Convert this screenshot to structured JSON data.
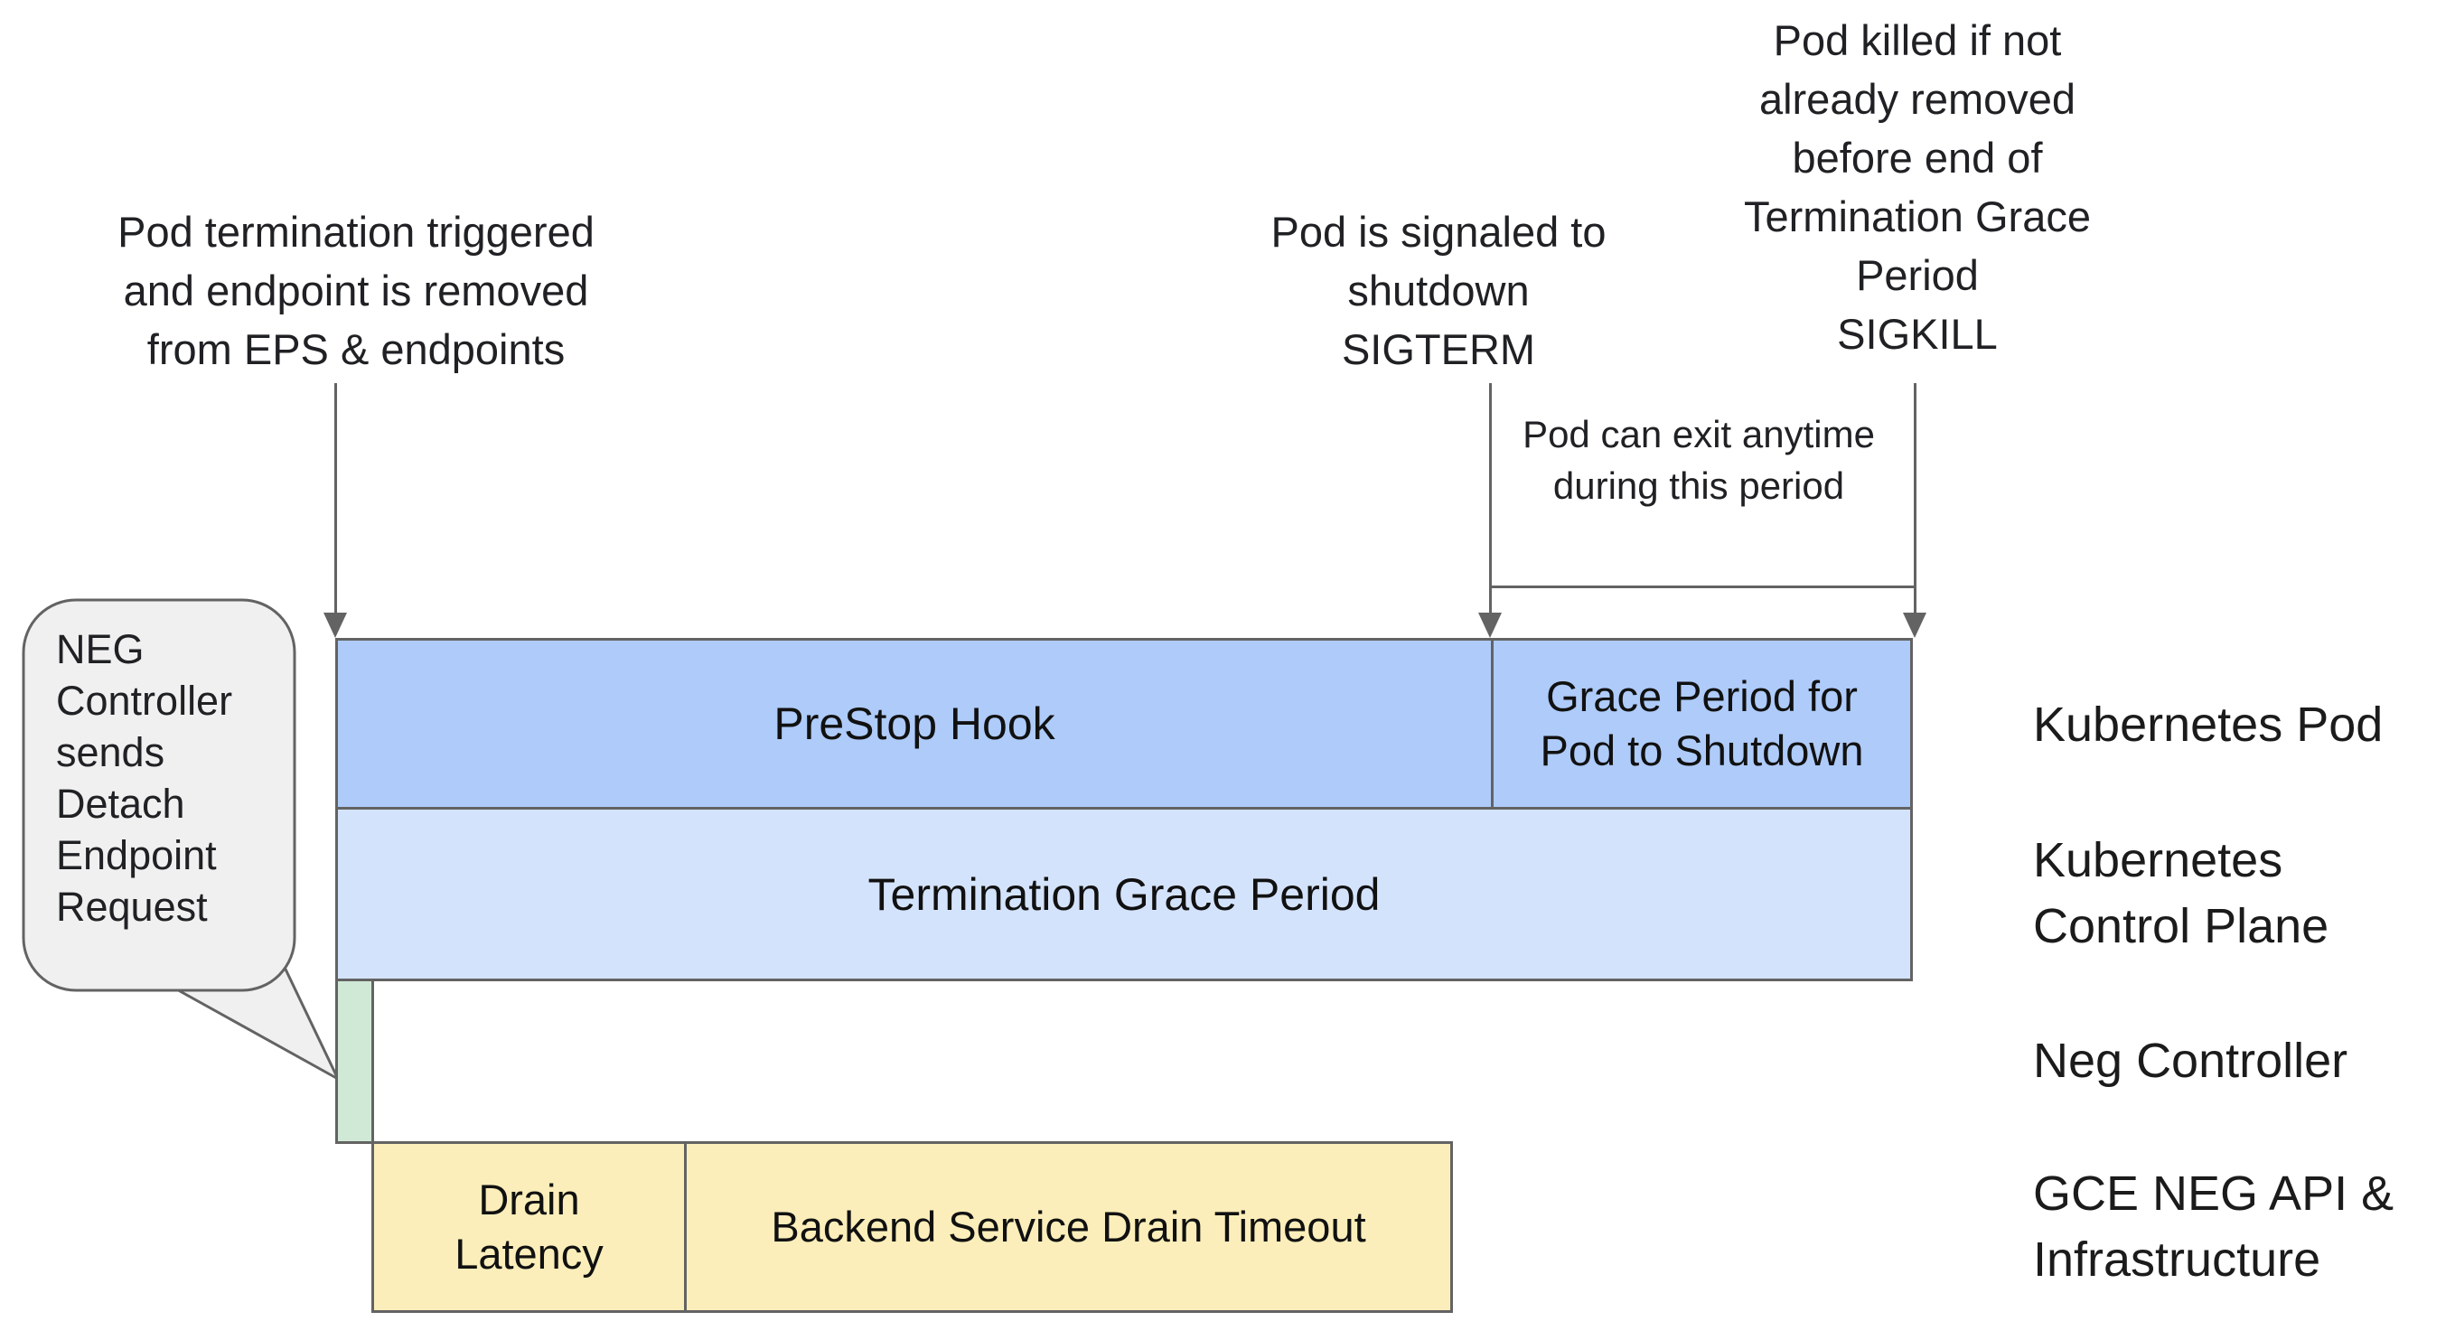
{
  "colors": {
    "bar_blue": "#aecbf9",
    "bar_light_blue": "#d4e3fc",
    "bar_green": "#d0e9d6",
    "bar_yellow": "#fbeeba",
    "bubble_gray": "#f0f0f0",
    "stroke_gray": "#636363"
  },
  "annotations": {
    "pod_termination": {
      "lines": [
        "Pod termination triggered",
        "and endpoint is removed",
        "from EPS & endpoints"
      ]
    },
    "pod_signaled": {
      "lines": [
        "Pod is signaled to",
        "shutdown",
        "SIGTERM"
      ]
    },
    "pod_killed": {
      "lines": [
        "Pod killed if not",
        "already removed",
        "before end of",
        "Termination Grace",
        "Period",
        "SIGKILL"
      ]
    },
    "pod_can_exit": {
      "lines": [
        "Pod can exit anytime",
        "during this period"
      ]
    }
  },
  "callout": {
    "lines": [
      "NEG",
      "Controller",
      "sends",
      "Detach",
      "Endpoint",
      "Request"
    ]
  },
  "timeline_bars": {
    "prestop_hook": {
      "label": "PreStop Hook"
    },
    "grace_period": {
      "lines": [
        "Grace Period for",
        "Pod to Shutdown"
      ]
    },
    "termination_grace_period": {
      "label": "Termination Grace Period"
    },
    "drain_latency": {
      "lines": [
        "Drain",
        "Latency"
      ]
    },
    "backend_service_drain_timeout": {
      "label": "Backend Service Drain Timeout"
    }
  },
  "lane_labels": {
    "kubernetes_pod": {
      "lines": [
        "Kubernetes Pod"
      ]
    },
    "kubernetes_control_plane": {
      "lines": [
        "Kubernetes",
        "Control Plane"
      ]
    },
    "neg_controller": {
      "lines": [
        "Neg Controller"
      ]
    },
    "gce_neg_api": {
      "lines": [
        "GCE NEG API &",
        "Infrastructure"
      ]
    }
  }
}
